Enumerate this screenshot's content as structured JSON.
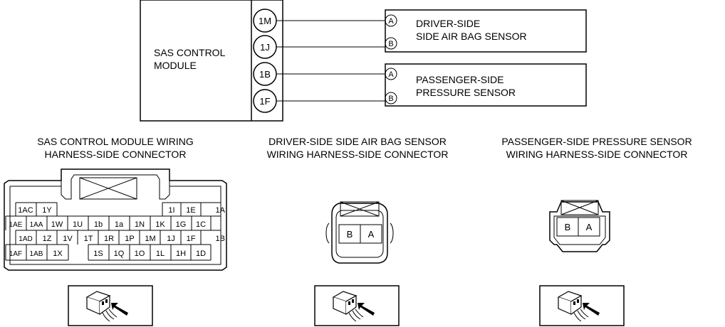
{
  "module": {
    "label_line1": "SAS CONTROL",
    "label_line2": "MODULE",
    "terminals": [
      "1M",
      "1J",
      "1B",
      "1F"
    ]
  },
  "sensors": [
    {
      "line1": "DRIVER-SIDE",
      "line2": "SIDE AIR BAG SENSOR",
      "pins": [
        "A",
        "B"
      ]
    },
    {
      "line1": "PASSENGER-SIDE",
      "line2": "PRESSURE SENSOR",
      "pins": [
        "A",
        "B"
      ]
    }
  ],
  "connectors": [
    {
      "title1": "SAS CONTROL MODULE WIRING",
      "title2": "HARNESS-SIDE CONNECTOR"
    },
    {
      "title1": "DRIVER-SIDE SIDE AIR BAG SENSOR",
      "title2": "WIRING HARNESS-SIDE CONNECTOR"
    },
    {
      "title1": "PASSENGER-SIDE PRESSURE SENSOR",
      "title2": "WIRING HARNESS-SIDE CONNECTOR"
    }
  ],
  "big_connector": {
    "row1_left": [
      "1AC",
      "1Y"
    ],
    "row1_right": [
      "1I",
      "1E",
      "1A"
    ],
    "row2": [
      "1AE",
      "1AA",
      "1W",
      "1U",
      "1b",
      "1a",
      "1N",
      "1K",
      "1G",
      "1C"
    ],
    "row3": [
      "1AD",
      "1Z",
      "1V",
      "1T",
      "1R",
      "1P",
      "1M",
      "1J",
      "1F",
      "1B"
    ],
    "row4_left": [
      "1AF",
      "1AB",
      "1X"
    ],
    "row4_right": [
      "1S",
      "1Q",
      "1O",
      "1L",
      "1H",
      "1D"
    ]
  },
  "small_connector_pins": [
    "B",
    "A"
  ]
}
